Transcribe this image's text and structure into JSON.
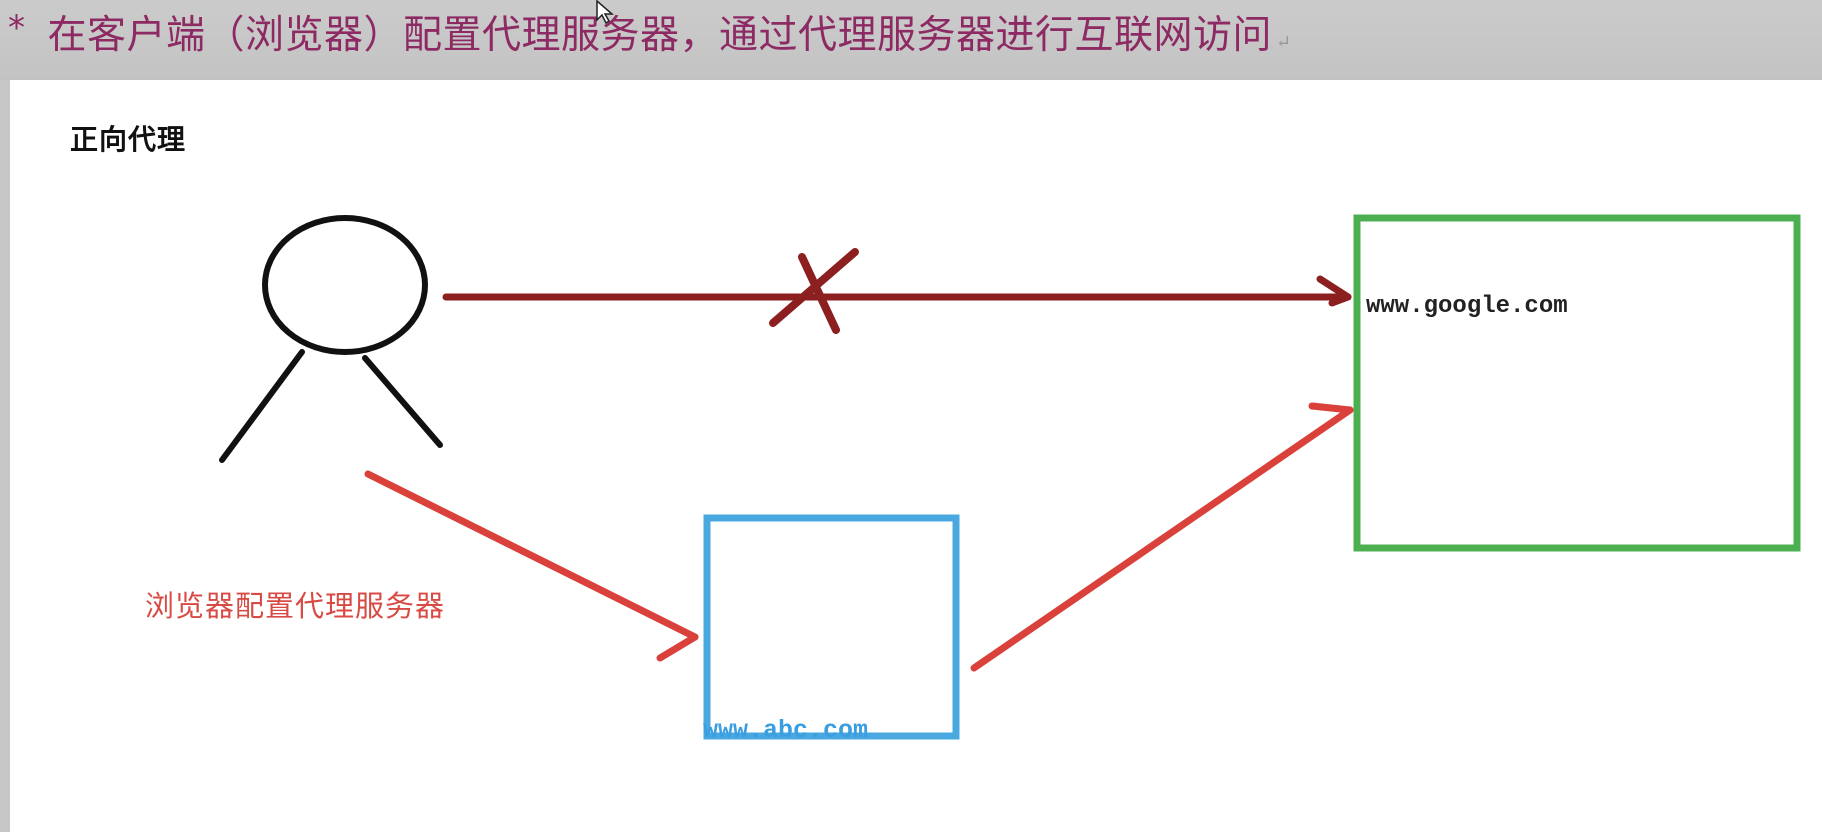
{
  "header": {
    "bullet": "*",
    "title": "在客户端（浏览器）配置代理服务器，通过代理服务器进行互联网访问",
    "return_mark": "↵"
  },
  "diagram": {
    "label": "正向代理",
    "proxy_note": "浏览器配置代理服务器",
    "target_domain": "www.google.com",
    "proxy_domain": "www.abc.com",
    "icons": {
      "person": "stick-figure-icon",
      "blocked": "cross-x-icon",
      "cursor": "mouse-cursor-icon"
    },
    "colors": {
      "title": "#8d2a63",
      "direct_arrow": "#8c1f1f",
      "proxy_route": "#d9413a",
      "target_box": "#4caf50",
      "proxy_box": "#4aa8e0",
      "proxy_note": "#d84b45"
    }
  }
}
